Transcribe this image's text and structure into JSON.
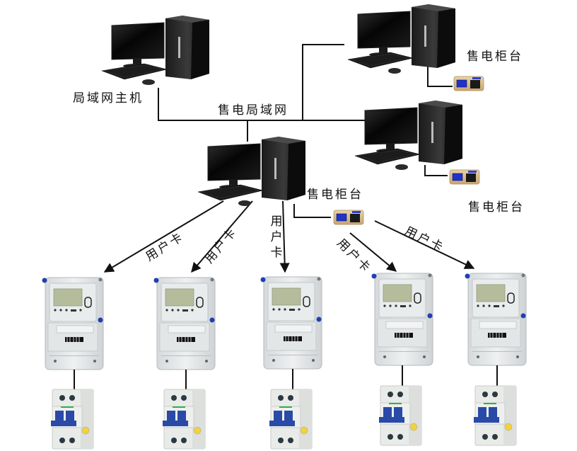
{
  "labels": {
    "lan_host": "局域网主机",
    "sales_lan": "售电局域网",
    "counter_top": "售电柜台",
    "counter_right": "售电柜台",
    "counter_center": "售电柜台",
    "user_card_1": "用户卡",
    "user_card_2": "用户卡",
    "user_card_3_chars": [
      "用",
      "户",
      "卡"
    ],
    "user_card_4": "用户卡",
    "user_card_5": "用户卡"
  },
  "nodes": [
    {
      "id": "lan-host",
      "type": "desktop-computer",
      "label_ref": "lan_host"
    },
    {
      "id": "counter-top",
      "type": "desktop-computer",
      "label_ref": "counter_top",
      "peripheral": "card-reader"
    },
    {
      "id": "counter-right",
      "type": "desktop-computer",
      "label_ref": "counter_right",
      "peripheral": "card-reader"
    },
    {
      "id": "counter-center",
      "type": "desktop-computer",
      "label_ref": "counter_center",
      "peripheral": "card-reader"
    }
  ],
  "meters": [
    {
      "id": "meter-1",
      "type": "electric-meter",
      "breaker": "circuit-breaker"
    },
    {
      "id": "meter-2",
      "type": "electric-meter",
      "breaker": "circuit-breaker"
    },
    {
      "id": "meter-3",
      "type": "electric-meter",
      "breaker": "circuit-breaker"
    },
    {
      "id": "meter-4",
      "type": "electric-meter",
      "breaker": "circuit-breaker"
    },
    {
      "id": "meter-5",
      "type": "electric-meter",
      "breaker": "circuit-breaker"
    }
  ],
  "colors": {
    "line": "#111111",
    "reader_body": "#d9b98a",
    "reader_screen": "#2a3fd8",
    "meter_body": "#e6e9ea",
    "meter_lcd": "#b9c0a0",
    "breaker_handle": "#2a4aa8"
  }
}
